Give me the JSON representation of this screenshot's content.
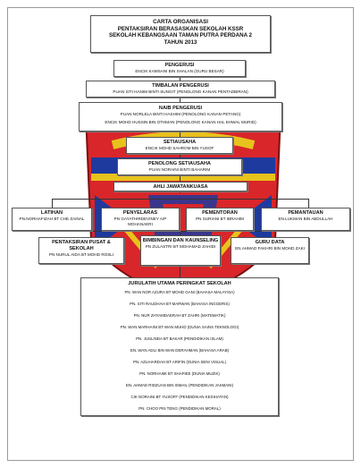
{
  "title": {
    "line1": "CARTA ORGANISASI",
    "line2": "PENTAKSIRAN BERASASKAN SEKOLAH KSSR",
    "line3": "SEKOLAH KEBANGSAAN TAMAN PUTRA PERDANA 2",
    "line4": "TAHUN 2013"
  },
  "pengerusi": {
    "title": "PENGERUSI",
    "name": "ENCIK KAMSANI BIN SHALAN (GURU BESAR)"
  },
  "timbalan": {
    "title": "TIMBALAN PENGERUSI",
    "name": "PUAN SITI HANIM BINTI SUNGIT (PENOLONG KANAN PENTADBIRAN)"
  },
  "naib": {
    "title": "NAIB PENGERUSI",
    "name1": "PUAN NORLELA BINTI HASHIM (PENOLONG KANAN PETANG)",
    "name2": "ENCIK MOHD HUSSIN BIN OTHMAN (PENOLONG KANAN HAL EHWAL MURID)"
  },
  "setiausaha": {
    "title": "SETIAUSAHA",
    "name": "ENCIK MOHD SAHROM BIN YUSOF"
  },
  "penolong_setiausaha": {
    "title": "PENOLONG SETIAUSAHA",
    "name": "PUAN NORAINI BINTI BAHARIM"
  },
  "ajk": {
    "title": "AHLI JAWATANKUASA"
  },
  "latihan": {
    "title": "LATIHAN",
    "name": "PN.NORHAFIZAH BT CHE ZAINAL"
  },
  "penyelaras": {
    "title": "PENYELARAS",
    "name": "PN GAYATHIRDEVINEY A/P MOHANAERI"
  },
  "pementoran": {
    "title": "PEMENTORAN",
    "name": "PN SURIANI BT IBRAHIM"
  },
  "pemantauan": {
    "title": "PEMANTAUAN",
    "name": "EN.LUKMAN BIN ABDULLAH"
  },
  "pentaksiran": {
    "title": "PENTAKSIRAN PUSAT & SEKOLAH",
    "name": "PN NURUL AIDA BT MOHD ROSLI"
  },
  "bimbingan": {
    "title": "BIMBINGAN DAN KAUNSELING",
    "name": "PN ZULASTRI BT MOHAMAD ZAHIDI"
  },
  "guru_data": {
    "title": "GURU DATA",
    "name": "EN.AHMAD FAKHRI BIN MOHD ZAKI"
  },
  "jurulatih": {
    "title": "JURULATIH UTAMA PERINGKAT SEKOLAH",
    "members": [
      "PN. WAN NOR AZURA BT MOHD GANI (BAHASA MALAYSIA)",
      "PN. SITI RAUDHAH BT MARWAN (BAHASA INGGERIS)",
      "PN. NUR ZHYAMDAERAH BT ZAHRI (MATEMATIK)",
      "PN. WAN MARHAINI BT WAN MUHD (DUNIA SAINS TEKNOLOGI)",
      "PN. JUSLINDA BT BAKAR (PENDIDIKAN ISLAM)",
      "EN. WAN ADLI BIN WAN DERAHMAN (BAHASA ARAB)",
      "PN. AZLIHARDAH BT ARIFIN (DUNIA SENI VISUAL)",
      "PN. NORHAIMI BT SHAFIEE (DUNIA MUZIK)",
      "EN. AHMAD RIDZUAN BIN ISMAIL (PENDIDIKAN JASMANI)",
      "CIK NORAINI BT YUSOFF (PENDIDIKAN KESIHATAN)",
      "PN. CHOO PIN TENG (PENDIDIKAN MORAL)"
    ]
  },
  "colors": {
    "crest_red": "#d8262a",
    "crest_blue": "#1e3a9e",
    "crest_gold": "#e8c21c",
    "box_blue": "#3349a8"
  }
}
